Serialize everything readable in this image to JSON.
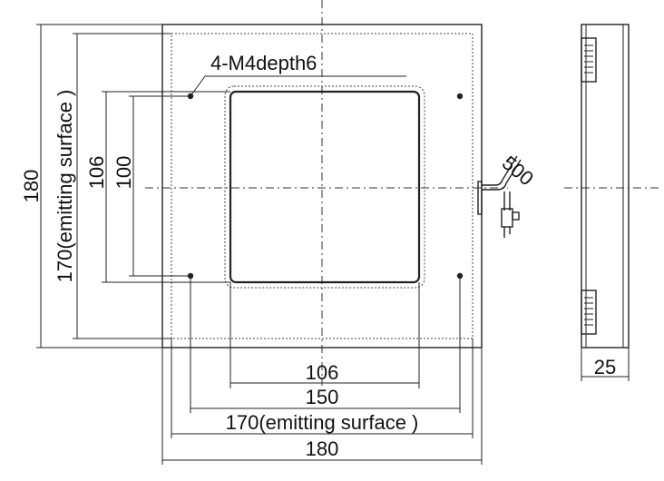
{
  "dimensions": {
    "bottom": {
      "d106": "106",
      "d150": "150",
      "d170": "170(emitting surface )",
      "d180": "180"
    },
    "left": {
      "d180": "180",
      "d170": "170(emitting surface )",
      "d106": "106",
      "d100": "100"
    },
    "side_depth": "25",
    "cable_length": "500"
  },
  "callout": {
    "holes": "4-M4depth6"
  }
}
